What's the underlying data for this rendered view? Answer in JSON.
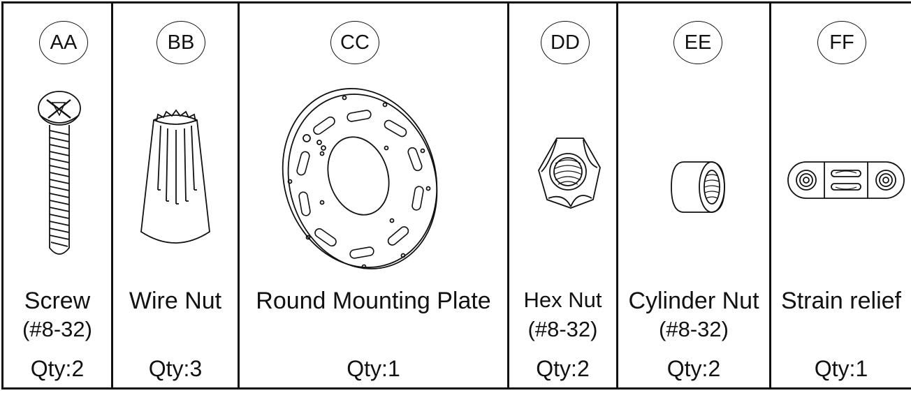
{
  "parts": [
    {
      "id": "AA",
      "name": "Screw",
      "spec": "(#8-32)",
      "qty": "Qty:2",
      "icon": "screw-icon"
    },
    {
      "id": "BB",
      "name": "Wire Nut",
      "spec": "",
      "qty": "Qty:3",
      "icon": "wire-nut-icon"
    },
    {
      "id": "CC",
      "name": "Round Mounting Plate",
      "spec": "",
      "qty": "Qty:1",
      "icon": "mounting-plate-icon"
    },
    {
      "id": "DD",
      "name": "Hex Nut",
      "spec": "(#8-32)",
      "qty": "Qty:2",
      "icon": "hex-nut-icon"
    },
    {
      "id": "EE",
      "name": "Cylinder Nut",
      "spec": "(#8-32)",
      "qty": "Qty:2",
      "icon": "cylinder-nut-icon"
    },
    {
      "id": "FF",
      "name": "Strain relief",
      "spec": "",
      "qty": "Qty:1",
      "icon": "strain-relief-icon"
    }
  ],
  "colors": {
    "line": "#111111",
    "background": "#ffffff"
  }
}
